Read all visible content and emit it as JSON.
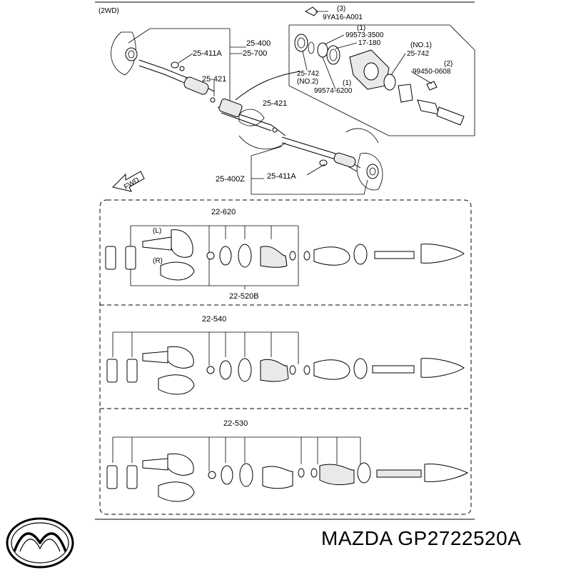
{
  "diagram": {
    "variant_label": "(2WD)",
    "fwd_label": "FWD",
    "callouts": {
      "c1": "25-400",
      "c2": "25-411A",
      "c3": "25-700",
      "c4": "25-421",
      "c5": "25-421",
      "c6": "25-400Z",
      "c7": "25-411A",
      "c8": "(3)",
      "c9": "9YA16-A001",
      "c10": "(1)",
      "c11": "99573-3500",
      "c12": "17-180",
      "c13": "(NO.1)",
      "c14": "25-742",
      "c15": "(2)",
      "c16": "99450-0608",
      "c17": "25-742",
      "c18": "(NO.2)",
      "c19": "(1)",
      "c20": "99574-6200"
    },
    "kit_panels": [
      {
        "top_label": "22-620",
        "bottom_label": "22-520B",
        "joint_labels": [
          "(L)",
          "(R)"
        ]
      },
      {
        "top_label": "22-540"
      },
      {
        "top_label": "22-530"
      }
    ]
  },
  "footer": {
    "logo_icon": "mazda-logo-icon",
    "brand_text": "MAZDA GP2722520A"
  }
}
